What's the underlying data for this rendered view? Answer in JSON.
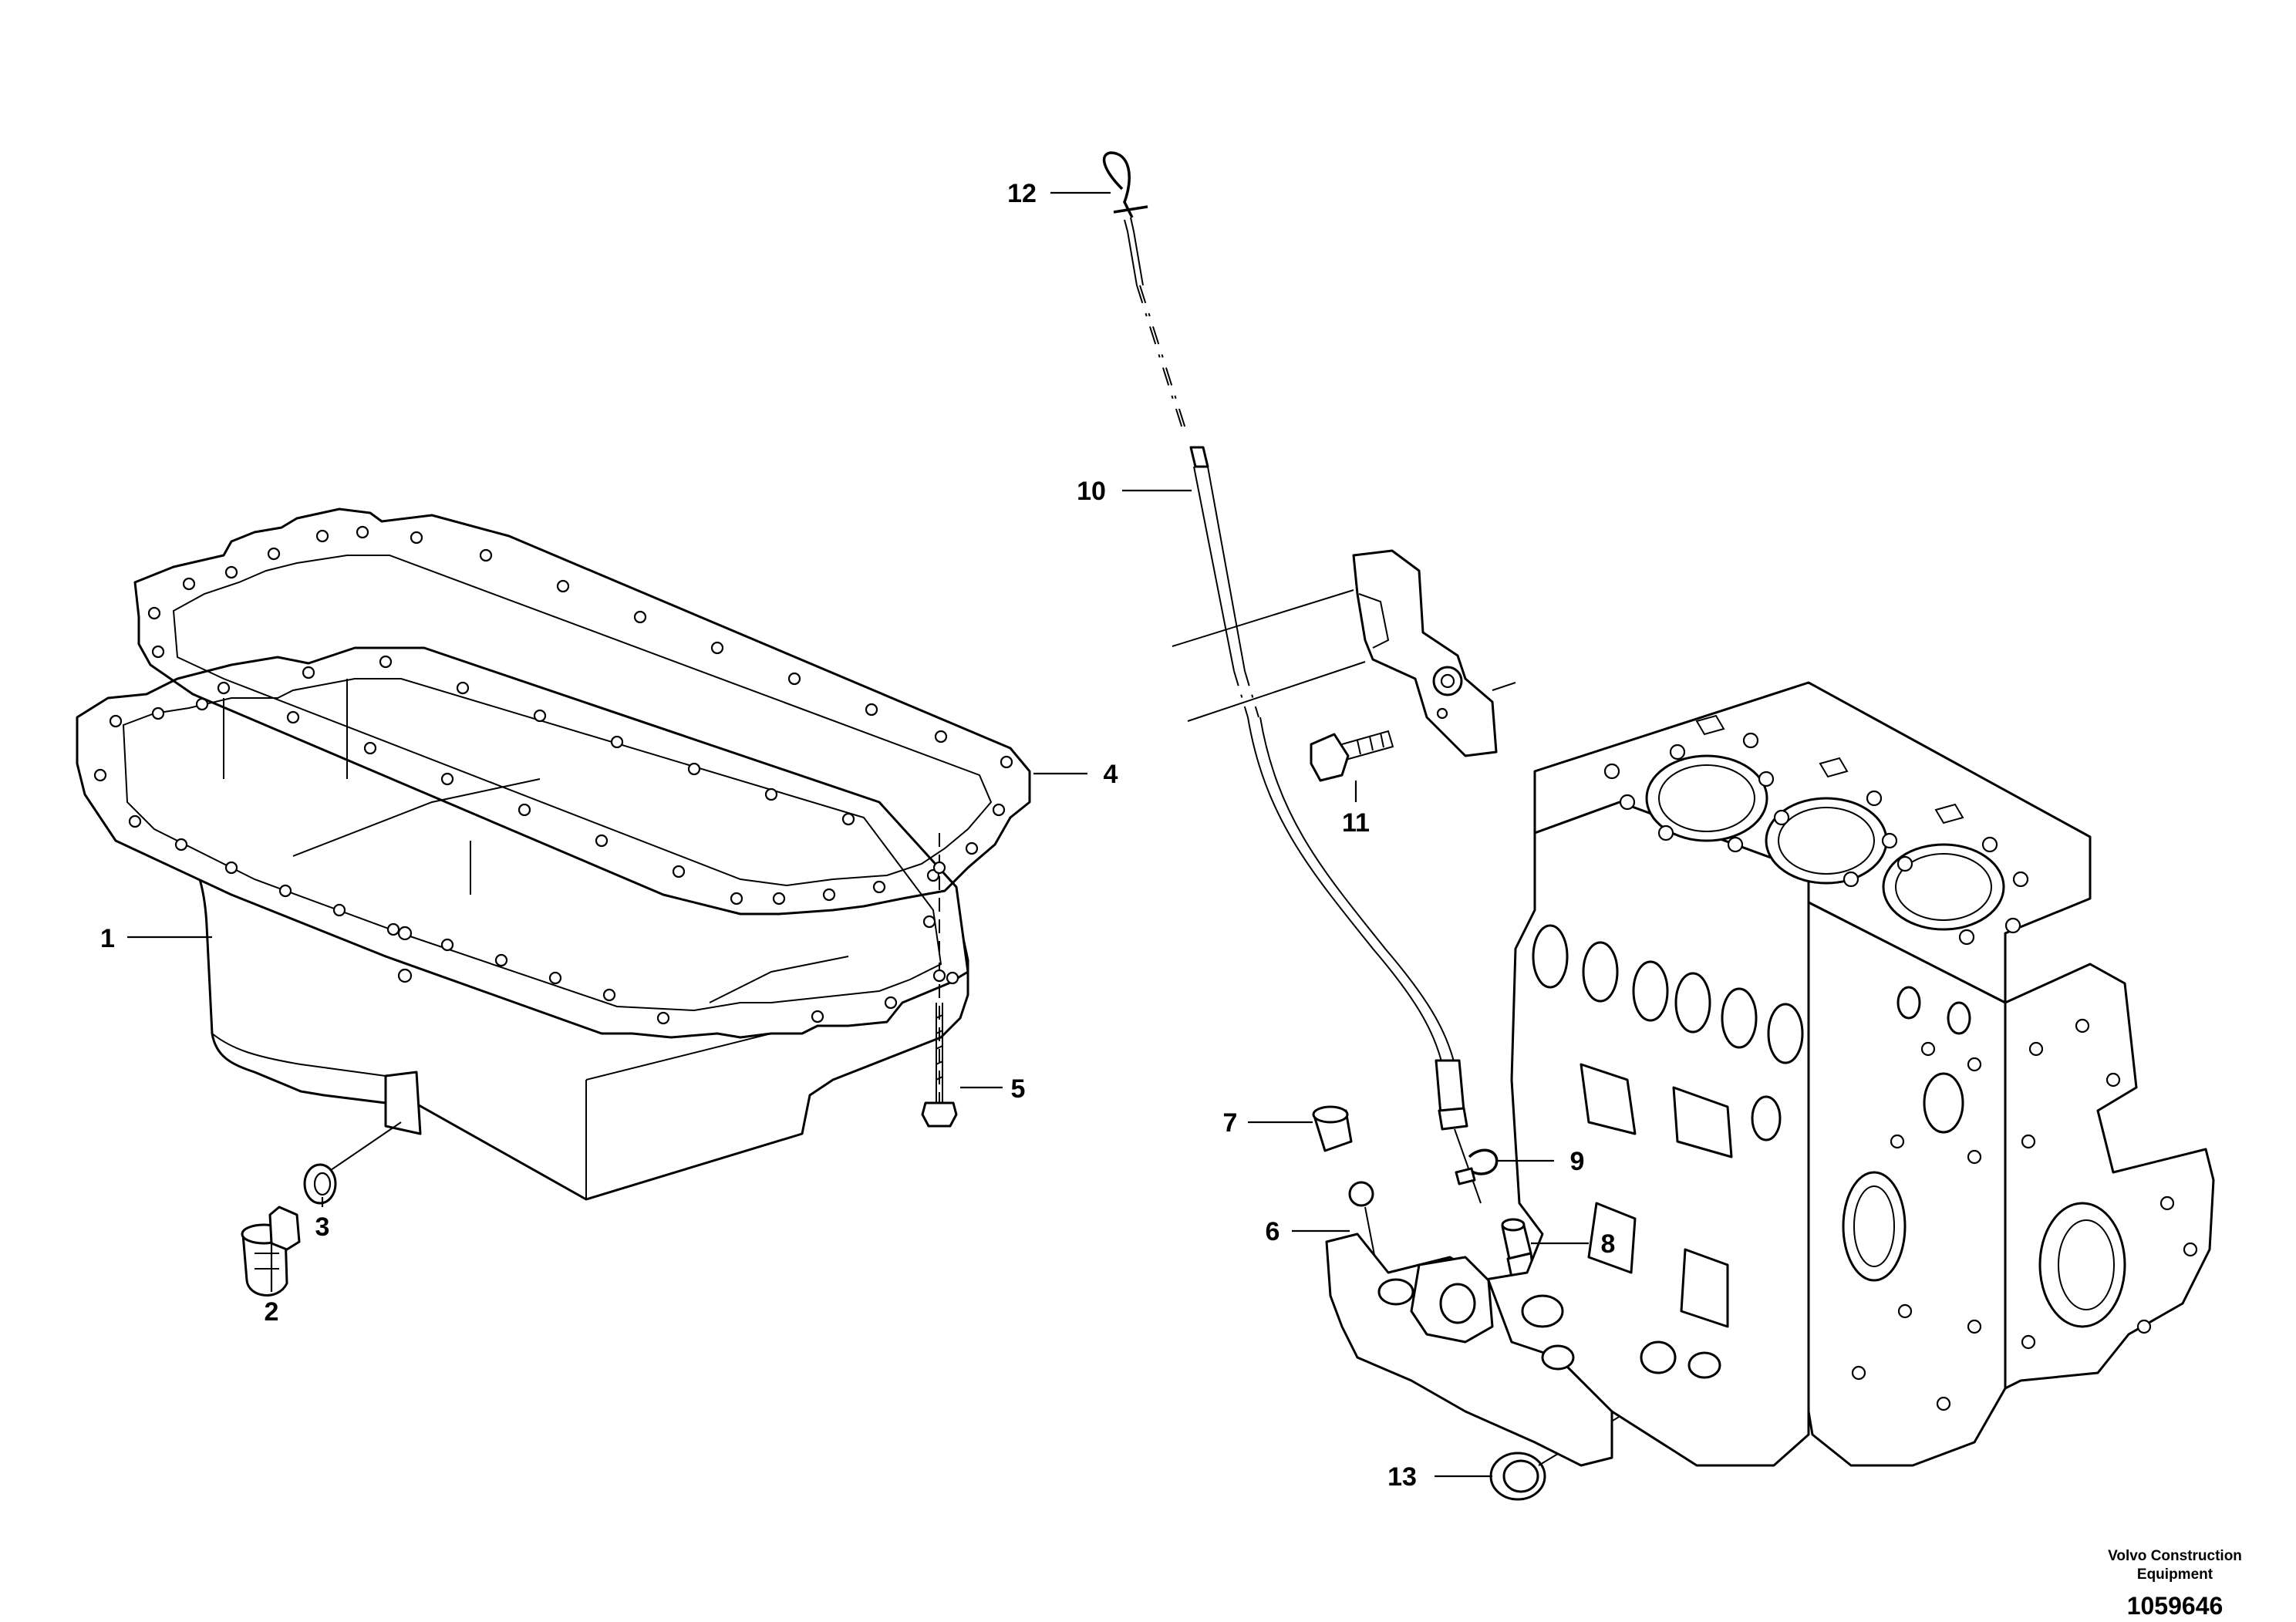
{
  "callouts": [
    {
      "id": "1",
      "label": "1"
    },
    {
      "id": "2",
      "label": "2"
    },
    {
      "id": "3",
      "label": "3"
    },
    {
      "id": "4",
      "label": "4"
    },
    {
      "id": "5",
      "label": "5"
    },
    {
      "id": "6",
      "label": "6"
    },
    {
      "id": "7",
      "label": "7"
    },
    {
      "id": "8",
      "label": "8"
    },
    {
      "id": "9",
      "label": "9"
    },
    {
      "id": "10",
      "label": "10"
    },
    {
      "id": "11",
      "label": "11"
    },
    {
      "id": "12",
      "label": "12"
    },
    {
      "id": "13",
      "label": "13"
    }
  ],
  "credit": {
    "line1": "Volvo Construction",
    "line2": "Equipment"
  },
  "document_number": "1059646"
}
